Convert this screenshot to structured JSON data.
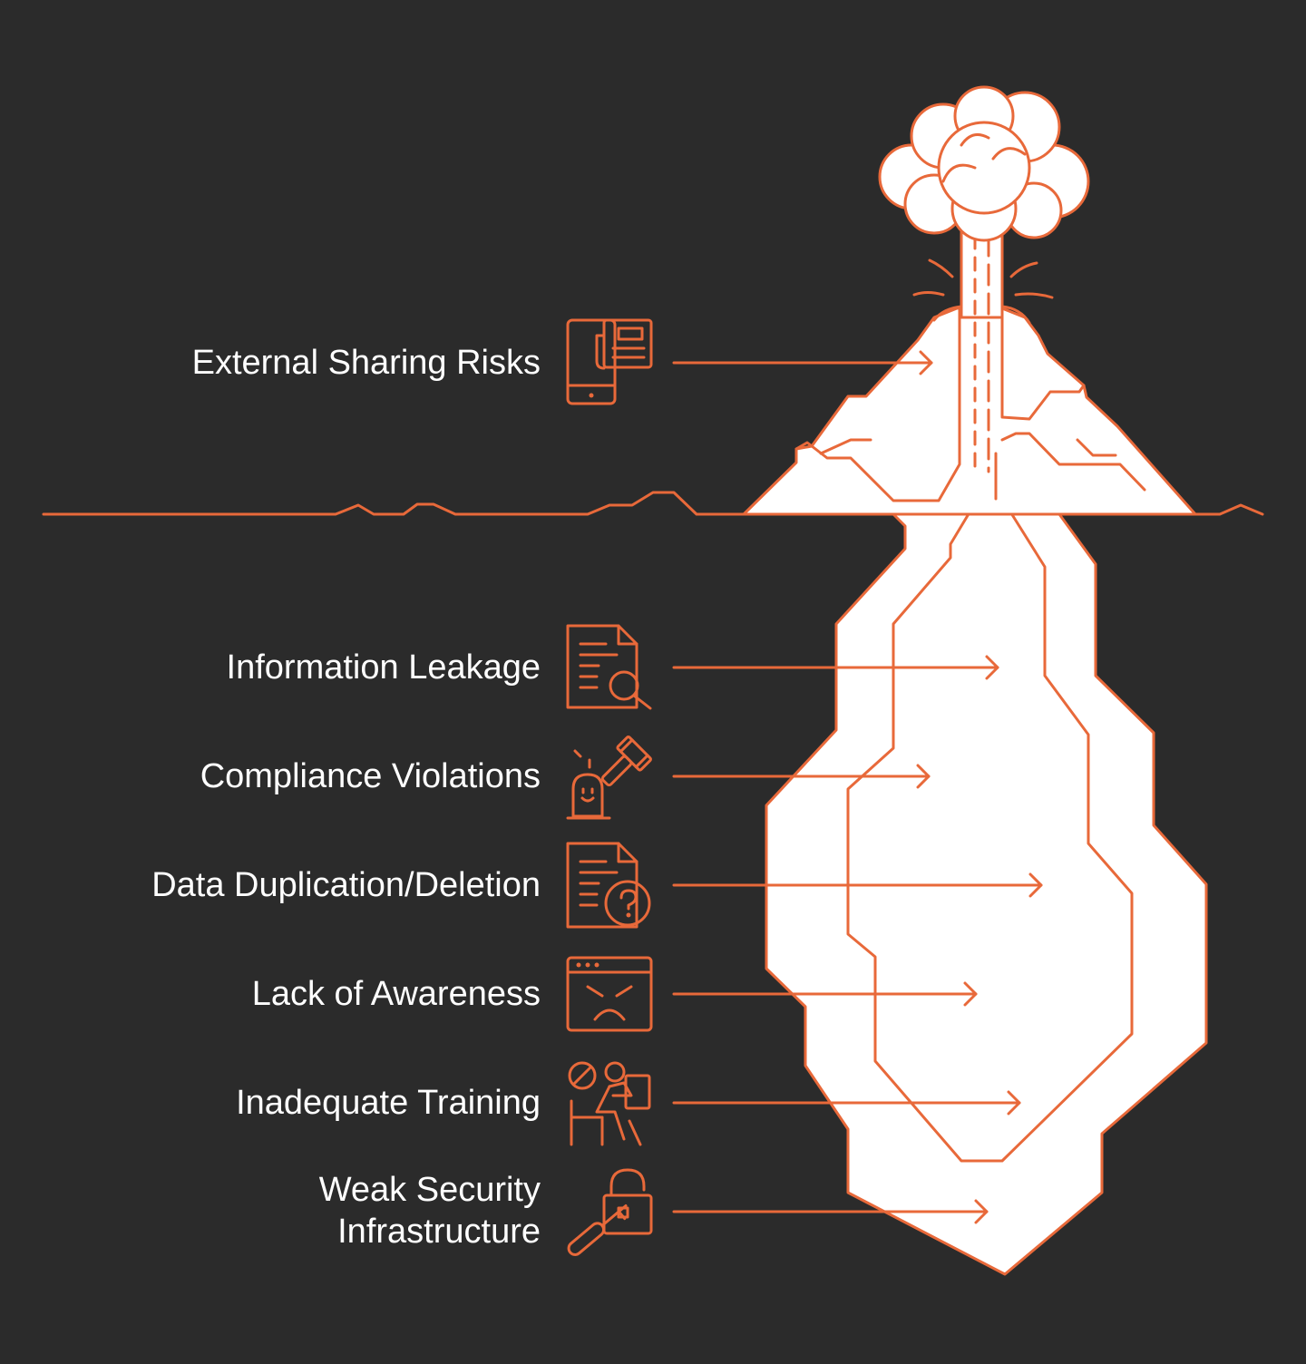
{
  "colors": {
    "background": "#2b2b2b",
    "accent": "#e8693a",
    "iceberg_fill": "#ffffff",
    "text": "#ffffff"
  },
  "items": [
    {
      "label": "External Sharing Risks",
      "icon": "phone-document-icon"
    },
    {
      "label": "Information Leakage",
      "icon": "document-search-icon"
    },
    {
      "label": "Compliance Violations",
      "icon": "gavel-alarm-icon"
    },
    {
      "label": "Data Duplication/Deletion",
      "icon": "document-question-icon"
    },
    {
      "label": "Lack of Awareness",
      "icon": "angry-browser-icon"
    },
    {
      "label": "Inadequate Training",
      "icon": "blocked-person-at-desk-icon"
    },
    {
      "label": "Weak Security",
      "label2": "Infrastructure",
      "icon": "broken-lock-key-icon"
    }
  ]
}
